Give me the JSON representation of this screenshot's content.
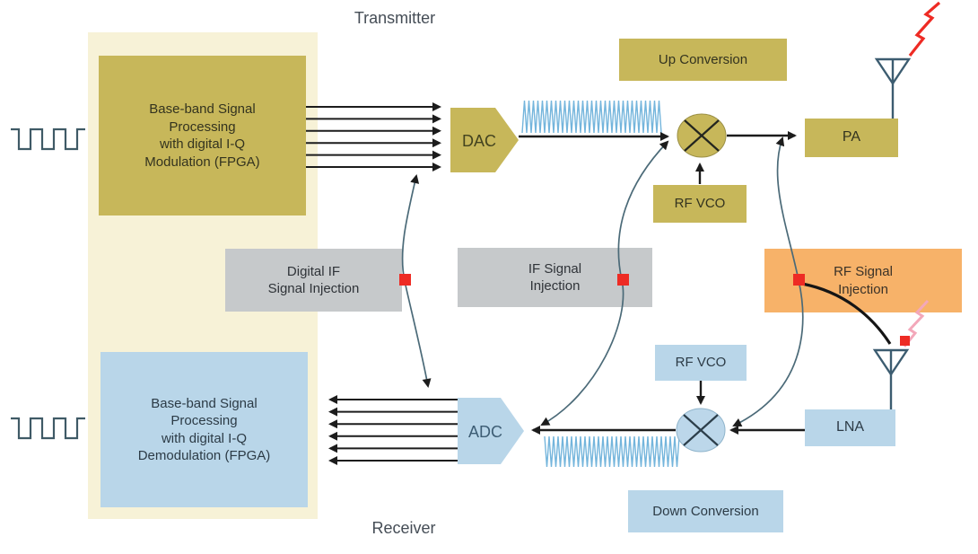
{
  "titles": {
    "transmitter": "Transmitter",
    "receiver": "Receiver"
  },
  "tx": {
    "baseband": {
      "lines": [
        "Base-band Signal",
        "Processing",
        "with digital I-Q",
        "Modulation (FPGA)"
      ]
    },
    "dac": "DAC",
    "up_conversion": "Up Conversion",
    "rf_vco": "RF VCO",
    "pa": "PA"
  },
  "rx": {
    "baseband": {
      "lines": [
        "Base-band Signal",
        "Processing",
        "with digital I-Q",
        "Demodulation (FPGA)"
      ]
    },
    "adc": "ADC",
    "down_conversion": "Down Conversion",
    "rf_vco": "RF VCO",
    "lna": "LNA"
  },
  "injection": {
    "digital_if": {
      "lines": [
        "Digital IF",
        "Signal Injection"
      ]
    },
    "if": {
      "lines": [
        "IF Signal",
        "Injection"
      ]
    },
    "rf": {
      "lines": [
        "RF Signal",
        "Injection"
      ]
    }
  },
  "colors": {
    "olive": "#c7b75a",
    "pale_panel": "#f7f2d7",
    "light_blue": "#b9d6e9",
    "gray": "#c6c9cb",
    "orange": "#f7b269",
    "injection_marker_red": "#ee2b24",
    "wave_blue": "#74b5dc",
    "curve_slate": "#4b6a78",
    "line_black": "#1c1c1c"
  }
}
